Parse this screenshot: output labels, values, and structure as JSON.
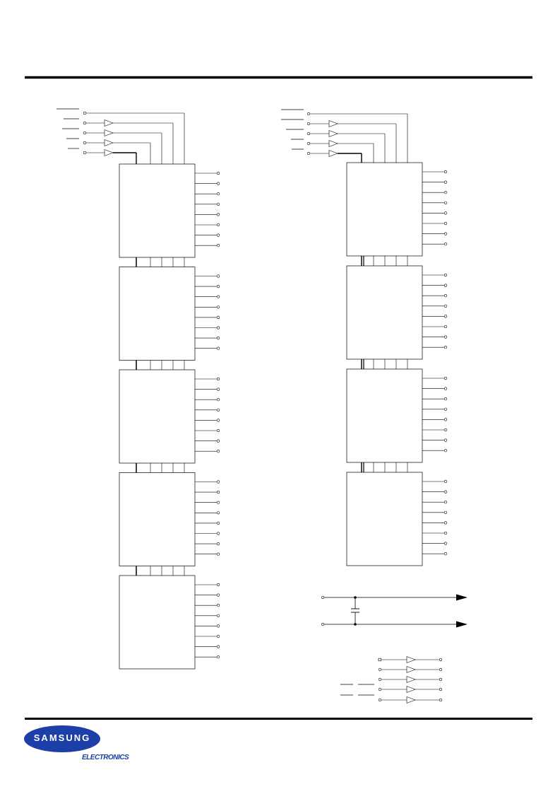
{
  "footer": {
    "logo_text": "SAMSUNG",
    "subtitle": "ELECTRONICS"
  },
  "diagram": {
    "left_stack": {
      "modules": 5,
      "outputs_per_module": 8,
      "control_inputs": 5,
      "buffered_inputs": 4
    },
    "right_stack": {
      "modules": 4,
      "outputs_per_module": 8,
      "control_inputs": 5,
      "buffered_inputs": 4
    },
    "decoupling": {
      "lines": 2,
      "capacitors": 1
    },
    "buffer_legend": {
      "buffers": 5,
      "bar_pairs": 2
    }
  },
  "colors": {
    "line": "#000000",
    "logo": "#1c3fa8"
  }
}
